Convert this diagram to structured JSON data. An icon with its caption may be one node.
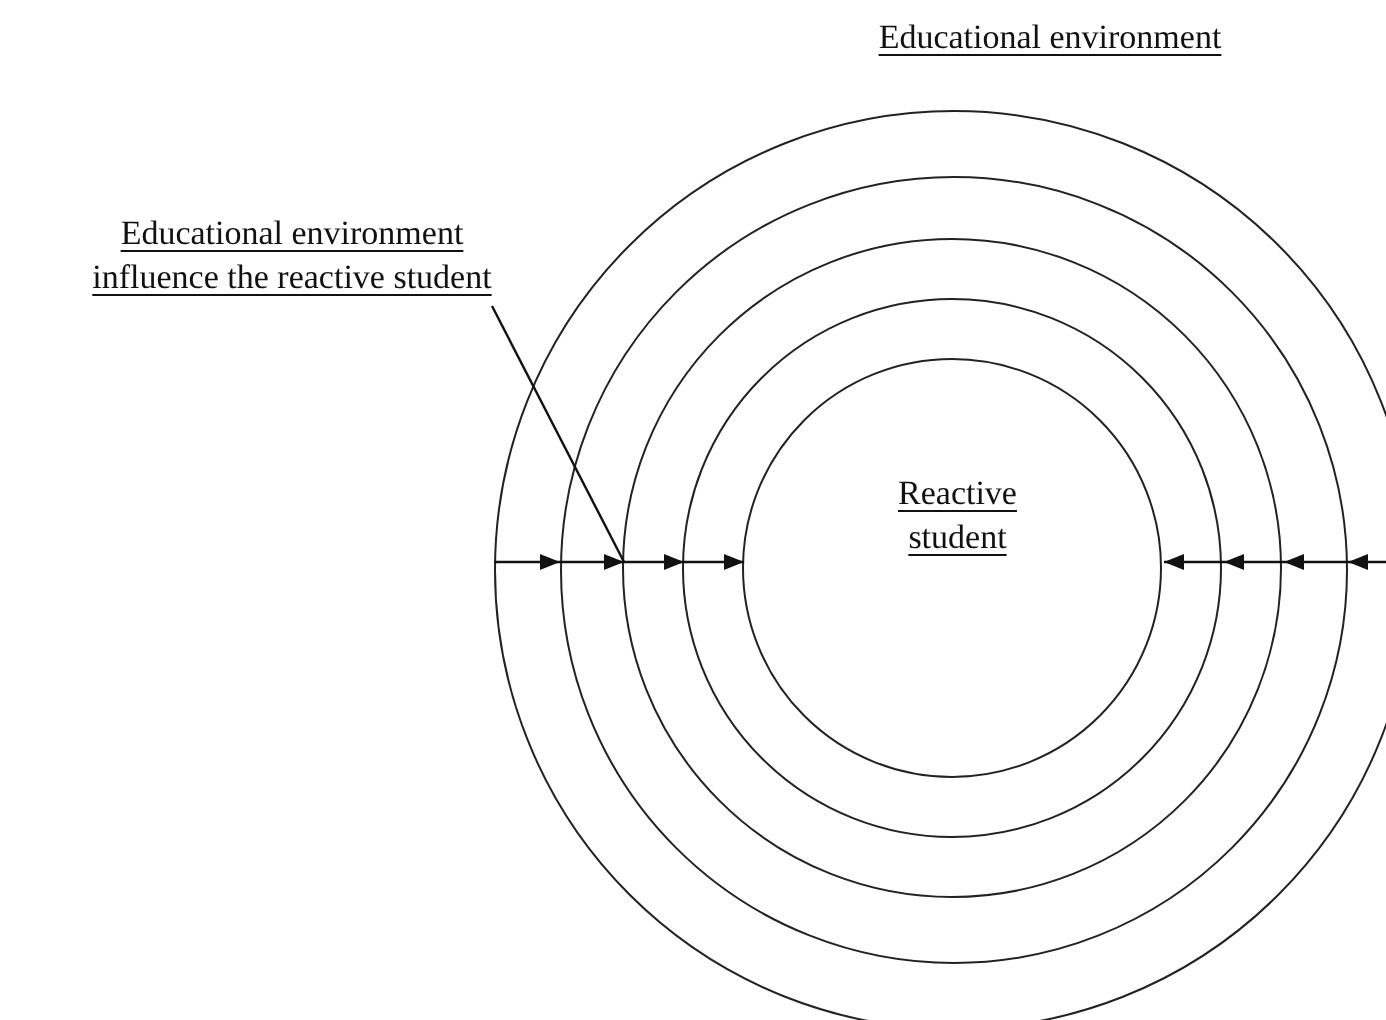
{
  "diagram": {
    "nodes": [
      {
        "text": [
          "Educational environment"
        ]
      },
      {
        "text": [
          "Educational environment influence the reactive student"
        ]
      },
      {
        "text": [],
        "shape": "circle",
        "in": 0
      },
      {
        "text": [],
        "shape": "circle",
        "in": 2
      },
      {
        "text": [],
        "shape": "circle",
        "in": 3
      },
      {
        "text": [
          "Reactive student"
        ],
        "in": 4
      }
    ],
    "edges": [
      {
        "from": 0,
        "to": 2,
        "arrow": "to"
      },
      {
        "from": 2,
        "to": 3,
        "arrow": "to"
      },
      {
        "from": 3,
        "to": 4,
        "arrow": "to"
      },
      {
        "from": 4,
        "to": 5,
        "arrow": "to"
      },
      {
        "from": 4,
        "to": 5,
        "arrow": "to"
      },
      {
        "from": 3,
        "to": 4,
        "arrow": "to"
      },
      {
        "from": 2,
        "to": 3,
        "arrow": "to"
      },
      {
        "from": 0,
        "to": 2,
        "arrow": "to"
      },
      {
        "from": 1,
        "to": 3,
        "arrow": "none"
      }
    ]
  }
}
